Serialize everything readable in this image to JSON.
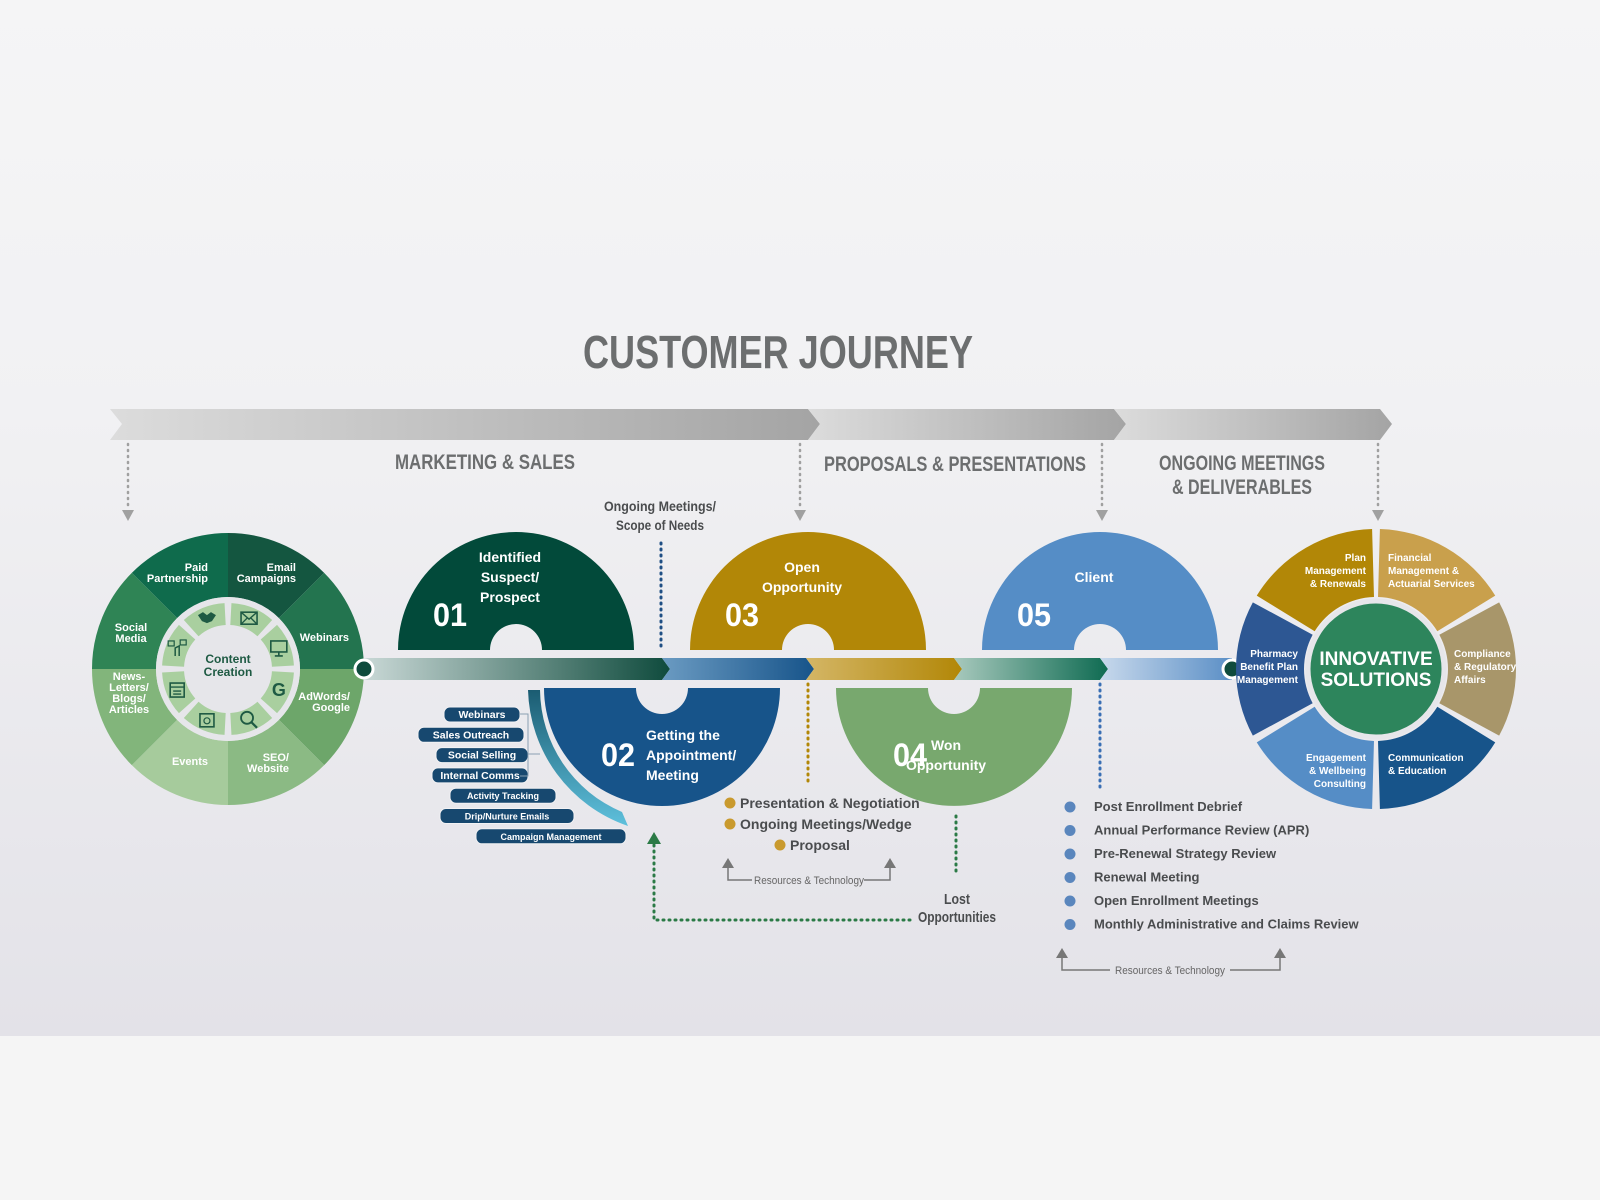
{
  "title": "CUSTOMER JOURNEY",
  "phases": [
    {
      "label_lines": [
        "MARKETING & SALES"
      ]
    },
    {
      "label_lines": [
        "PROPOSALS & PRESENTATIONS"
      ]
    },
    {
      "label_lines": [
        "ONGOING MEETINGS",
        "& DELIVERABLES"
      ]
    }
  ],
  "marketing_wheel": {
    "center_lines": [
      "Content",
      "Creation"
    ],
    "segments": [
      {
        "lines": [
          "Paid",
          "Partnership"
        ],
        "color": "#0f6b4c"
      },
      {
        "lines": [
          "Email",
          "Campaigns"
        ],
        "color": "#145640"
      },
      {
        "lines": [
          "Webinars"
        ],
        "color": "#23744f"
      },
      {
        "lines": [
          "AdWords/",
          "Google"
        ],
        "color": "#6da66a"
      },
      {
        "lines": [
          "SEO/",
          "Website"
        ],
        "color": "#8bba84"
      },
      {
        "lines": [
          "Events"
        ],
        "color": "#a6cb9c"
      },
      {
        "lines": [
          "News-",
          "Letters/",
          "Blogs/",
          "Articles"
        ],
        "color": "#82b57b"
      },
      {
        "lines": [
          "Social",
          "Media"
        ],
        "color": "#2f8455"
      }
    ],
    "inner_icons": [
      "handshake-icon",
      "envelope-icon",
      "presentation-monitor-icon",
      "google-g-icon",
      "analytics-search-icon",
      "calendar-icon",
      "browser-window-icon",
      "social-network-icon"
    ]
  },
  "stages": [
    {
      "number": "01",
      "lines": [
        "Identified",
        "Suspect/",
        "Prospect"
      ],
      "color": "#024a3a"
    },
    {
      "number": "02",
      "lines": [
        "Getting the",
        "Appointment/",
        "Meeting"
      ],
      "color": "#17548a"
    },
    {
      "number": "03",
      "lines": [
        "Open",
        "Opportunity"
      ],
      "color": "#b28707"
    },
    {
      "number": "04",
      "lines": [
        "Won",
        "Opportunity"
      ],
      "color": "#78a86e"
    },
    {
      "number": "05",
      "lines": [
        "Client"
      ],
      "color": "#558dc6"
    }
  ],
  "annotations": {
    "ongoing_meetings": [
      "Ongoing Meetings/",
      "Scope of Needs"
    ],
    "lost_opportunities": [
      "Lost",
      "Opportunities"
    ]
  },
  "stage02_tags": [
    "Webinars",
    "Sales Outreach",
    "Social Selling",
    "Internal Comms",
    "Activity Tracking",
    "Drip/Nurture Emails",
    "Campaign Management"
  ],
  "stage03_bullets": [
    "Presentation & Negotiation",
    "Ongoing Meetings/Wedge",
    "Proposal"
  ],
  "stage03_bullet_color": "#c99a2e",
  "stage05_bullets": [
    "Post Enrollment Debrief",
    "Annual Performance Review (APR)",
    "Pre-Renewal Strategy Review",
    "Renewal Meeting",
    "Open Enrollment Meetings",
    "Monthly Administrative and Claims Review"
  ],
  "stage05_bullet_color": "#5a86bd",
  "resources_label": "Resources & Technology",
  "solutions_wheel": {
    "center_lines": [
      "INNOVATIVE",
      "SOLUTIONS"
    ],
    "center_color": "#2d855c",
    "segments": [
      {
        "lines": [
          "Plan",
          "Management",
          "& Renewals"
        ],
        "color": "#b28707"
      },
      {
        "lines": [
          "Financial",
          "Management &",
          "Actuarial Services"
        ],
        "color": "#c9a04c"
      },
      {
        "lines": [
          "Compliance",
          "& Regulatory",
          "Affairs"
        ],
        "color": "#a8966a"
      },
      {
        "lines": [
          "Communication",
          "& Education"
        ],
        "color": "#17548a"
      },
      {
        "lines": [
          "Engagement",
          "& Wellbeing",
          "Consulting"
        ],
        "color": "#558dc6"
      },
      {
        "lines": [
          "Pharmacy",
          "Benefit Plan",
          "Management"
        ],
        "color": "#2d5793"
      }
    ]
  }
}
